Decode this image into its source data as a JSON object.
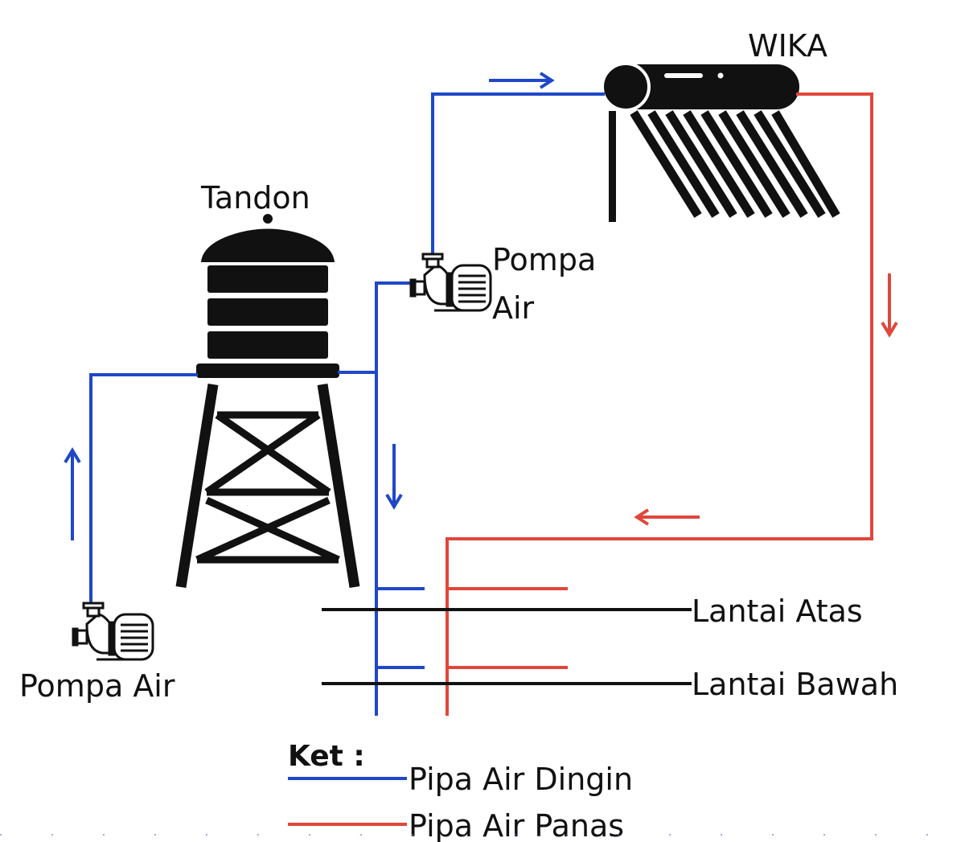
{
  "labels": {
    "heater": "WIKA",
    "tank": "Tandon",
    "pump_top_line1": "Pompa",
    "pump_top_line2": "Air",
    "pump_bottom": "Pompa Air",
    "floor_upper": "Lantai Atas",
    "floor_lower": "Lantai Bawah"
  },
  "legend": {
    "title": "Ket :",
    "cold_label": "Pipa Air Dingin",
    "hot_label": "Pipa Air Panas"
  },
  "colors": {
    "cold_pipe": "#1f47c8",
    "hot_pipe": "#e0473b",
    "structure": "#111111"
  },
  "icons": [
    "water-tower-icon",
    "solar-water-heater-icon",
    "water-pump-icon"
  ]
}
